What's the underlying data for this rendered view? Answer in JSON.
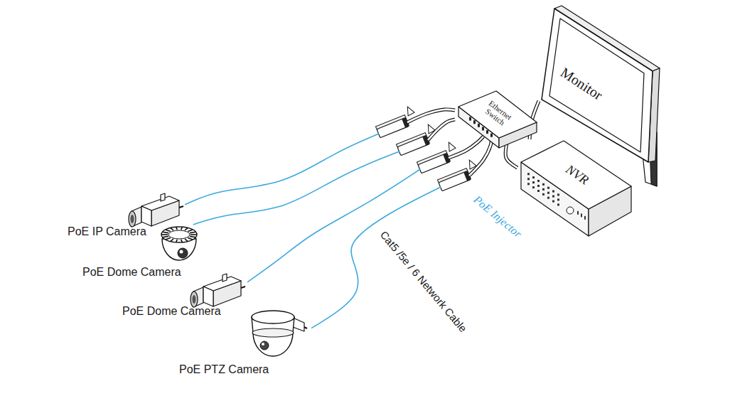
{
  "diagram": {
    "nodes": [
      {
        "text": [
          "Monitor"
        ]
      },
      {
        "text": [
          "Ethernet Switch"
        ]
      },
      {
        "text": [
          "NVR"
        ]
      },
      {
        "text": [
          "PoE IP Camera"
        ]
      },
      {
        "text": [
          "PoE Dome Camera"
        ]
      },
      {
        "text": [
          "PoE Dome Camera"
        ]
      },
      {
        "text": [
          "PoE PTZ Camera"
        ]
      }
    ],
    "edges": [
      {
        "from": 3,
        "to": 1,
        "arrow": "none"
      },
      {
        "from": 4,
        "to": 1,
        "arrow": "none"
      },
      {
        "from": 5,
        "to": 1,
        "arrow": "none"
      },
      {
        "from": 6,
        "to": 1,
        "arrow": "none"
      },
      {
        "from": 1,
        "to": 2,
        "arrow": "none"
      },
      {
        "from": 2,
        "to": 0,
        "arrow": "none"
      }
    ],
    "labels": [
      "PoE Injector",
      "Cat5 /5e / 6 Network Cable"
    ]
  }
}
